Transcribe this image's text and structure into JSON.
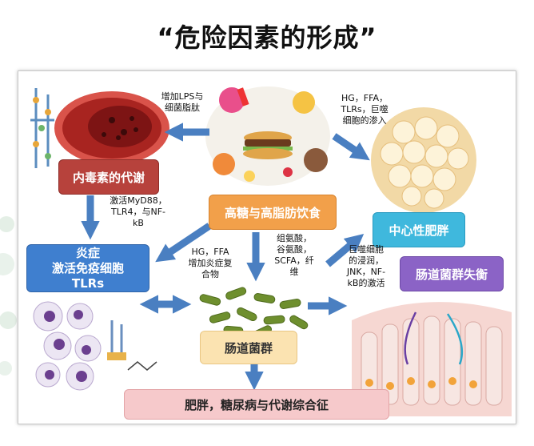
{
  "title": "“危险因素的形成”",
  "boxes": {
    "endotoxin": "内毒素的代谢",
    "diet": "高糖与高脂肪饮食",
    "central_obesity": "中心性肥胖",
    "inflammation": [
      "炎症",
      "激活免疫细胞",
      "TLRs"
    ],
    "dysbiosis": "肠道菌群失衡",
    "gut_flora": "肠道菌群",
    "outcome": "肥胖，糖尿病与代谢综合征"
  },
  "labels": {
    "lps": [
      "增加LPS与",
      "细菌脂肽"
    ],
    "hg_ffa_tlrs": [
      "HG，FFA，",
      "TLRs，巨噬",
      "细胞的渗入"
    ],
    "myd88": [
      "激活MyD88，",
      "TLR4，与NF-",
      "kB"
    ],
    "hg_ffa_complex": [
      "HG，FFA",
      "增加炎症复",
      "合物"
    ],
    "amino_scfa": [
      "组氨酸，",
      "谷氨酸，",
      "SCFA，纤",
      "维"
    ],
    "macrophage_jnk": [
      "巨噬细胞",
      "的浸润，",
      "JNK，NF-",
      "kB的激活"
    ]
  },
  "colors": {
    "endotoxin": "#b7423c",
    "diet": "#f2a04a",
    "central_obesity": "#3fb8dd",
    "inflammation": "#3f7fcf",
    "dysbiosis": "#8b63c6",
    "gut_flora": "#fbe3b1",
    "outcome": "#f6c9cb",
    "arrow": "#4a7fc1"
  },
  "icons": [
    "blood-vessel-image",
    "junk-food-image",
    "adipocytes-image",
    "immune-cells-image",
    "gut-bacteria-image",
    "intestinal-villi-image"
  ]
}
